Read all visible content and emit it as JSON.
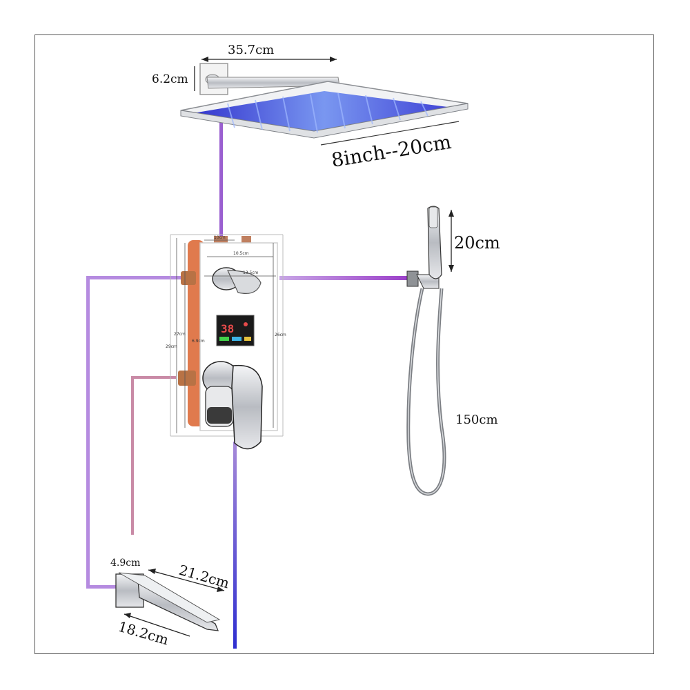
{
  "colors": {
    "pipe_purple": "#9a5fd0",
    "pipe_pink": "#c98aa6",
    "pipe_blue": "#3b3bd6",
    "chrome": "#c9ccd1",
    "led_blue": "#2b2bd8",
    "valve_copper": "#e07a4d",
    "frame": "#555555"
  },
  "labels": {
    "arm_length": "35.7cm",
    "wall_mount": "6.2cm",
    "head_size": "8inch--20cm",
    "hand_shower_length": "20cm",
    "hose_length": "150cm",
    "spout_height": "4.9cm",
    "spout_length": "21.2cm",
    "spout_depth": "18.2cm"
  },
  "panel_labels": {
    "top_width": "10cm",
    "inner_width": "10.5cm",
    "handle_offset": "13.5cm",
    "left_height": "27cm",
    "inner_offset": "6.9cm",
    "total_height": "29cm",
    "right_height": "26cm"
  },
  "icons": {
    "shower_head": "rain-shower-head-icon",
    "control_panel": "thermostatic-valve-panel-icon",
    "hand_shower": "hand-shower-icon",
    "spout": "tub-spout-icon",
    "display": "digital-temperature-display-icon"
  }
}
